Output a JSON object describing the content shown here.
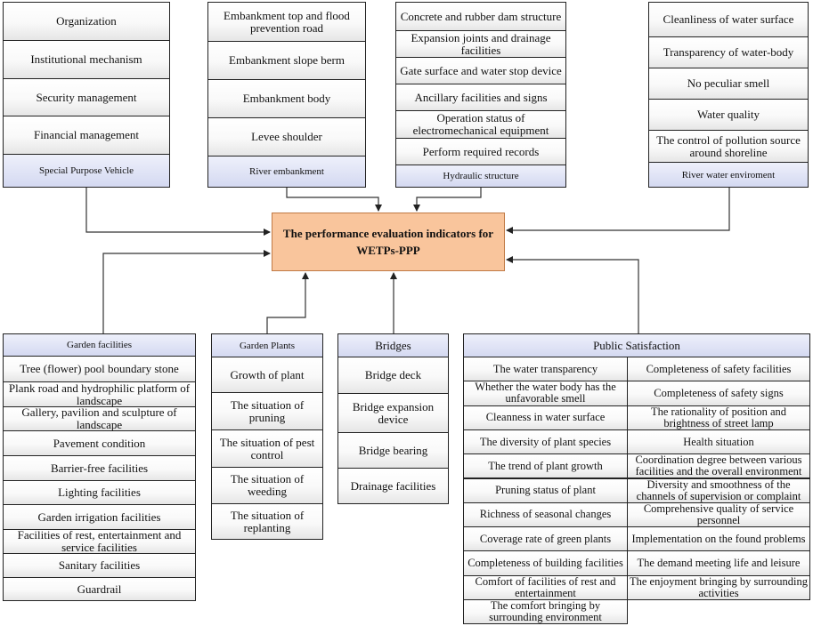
{
  "center": {
    "line1": "The performance evaluation indicators for",
    "line2": "WETPs-PPP"
  },
  "spv": {
    "title": "Special Purpose Vehicle",
    "items": [
      "Organization",
      "Institutional mechanism",
      "Security management",
      "Financial management"
    ]
  },
  "river_embankment": {
    "title": "River embankment",
    "items": [
      "Embankment top and flood prevention road",
      "Embankment slope berm",
      "Embankment body",
      "Levee shoulder"
    ]
  },
  "hydraulic_structure": {
    "title": "Hydraulic structure",
    "items": [
      "Concrete and rubber dam structure",
      "Expansion joints and drainage facilities",
      "Gate surface and water stop device",
      "Ancillary facilities and signs",
      "Operation status of electromechanical equipment",
      "Perform required records"
    ]
  },
  "river_water": {
    "title": "River water enviroment",
    "items": [
      "Cleanliness of water surface",
      "Transparency of water-body",
      "No peculiar smell",
      "Water quality",
      "The control of pollution source around shoreline"
    ]
  },
  "garden_facilities": {
    "title": "Garden facilities",
    "items": [
      "Tree (flower) pool boundary stone",
      "Plank road and hydrophilic platform of landscape",
      "Gallery, pavilion and sculpture of landscape",
      "Pavement condition",
      "Barrier-free facilities",
      "Lighting facilities",
      "Garden irrigation facilities",
      "Facilities of rest, entertainment and service facilities",
      "Sanitary facilities",
      "Guardrail"
    ]
  },
  "garden_plants": {
    "title": "Garden Plants",
    "items": [
      "Growth of plant",
      "The situation of pruning",
      "The situation of pest control",
      "The situation of weeding",
      "The situation of replanting"
    ]
  },
  "bridges": {
    "title": "Bridges",
    "items": [
      "Bridge deck",
      "Bridge expansion device",
      "Bridge bearing",
      "Drainage facilities"
    ]
  },
  "public_satisfaction": {
    "title": "Public Satisfaction",
    "left": [
      "The water transparency",
      "Whether the water body has the unfavorable smell",
      "Cleanness in water surface",
      "The diversity of plant species",
      "The trend of plant growth",
      "Pruning status of plant",
      "Richness of seasonal changes",
      "Coverage rate of green plants",
      "Completeness of building facilities",
      "Comfort of facilities of rest and entertainment",
      "The comfort bringing by surrounding environment"
    ],
    "right": [
      "Completeness of safety facilities",
      "Completeness of safety signs",
      "The rationality of position and brightness of street lamp",
      "Health situation",
      "Coordination degree between various facilities and the overall environment",
      "Diversity and smoothness of the channels of supervision or complaint",
      "Comprehensive quality of service personnel",
      "Implementation on the found problems",
      "The demand meeting life and leisure",
      "The enjoyment bringing by surrounding activities"
    ]
  }
}
